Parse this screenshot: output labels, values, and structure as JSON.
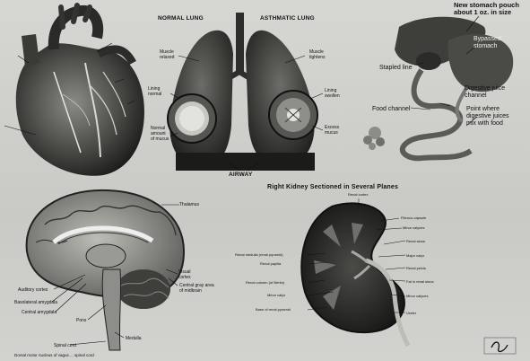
{
  "lung": {
    "title_normal": "NORMAL LUNG",
    "title_asthmatic": "ASTHMATIC LUNG",
    "airway": "AIRWAY",
    "labels": {
      "l1": "Muscle\nrelaxed",
      "l2": "Lining\nnormal",
      "l3": "Normal\namount\nof mucus",
      "r1": "Muscle\ntightens",
      "r2": "Lining\nswollen",
      "r3": "Excess\nmucus"
    }
  },
  "stomach": {
    "new_pouch": "New stomach pouch\nabout 1 oz. in size",
    "bypassed": "Bypassed\nstomach",
    "stapled": "Stapled line",
    "digestive_channel": "Digestive juice\nchannel",
    "food_channel": "Food channel",
    "mix_point": "Point where\ndigestive juices\nmix with food"
  },
  "brain": {
    "thalamus": "Thalamus",
    "visual_cortex": "Visual\ncortex",
    "auditory_cortex": "Auditory cortex",
    "basolateral_amygdala": "Basolateral amygdala",
    "central_amygdala": "Central amygdala",
    "pons": "Pons",
    "central_gray": "Central gray area\nof midbrain",
    "medulla": "Medulla",
    "spinal_cord": "Spinal cord",
    "footer": "Dorsal motor nucleus of vagus ... spinal cord"
  },
  "kidney": {
    "title": "Right Kidney Sectioned in Several Planes",
    "labels_left": [
      "Renal medulla (renal pyramid)",
      "Renal papilla",
      "Renal column (of Bertin)",
      "Minor calyx",
      "Base of renal pyramid"
    ],
    "labels_right": [
      "Renal cortex",
      "Fibrous capsule",
      "Minor calyces",
      "Renal sinus",
      "Major calyx",
      "Renal pelvis",
      "Fat in renal sinus",
      "Minor calyces",
      "Ureter"
    ],
    "signature": "F. Netter"
  }
}
